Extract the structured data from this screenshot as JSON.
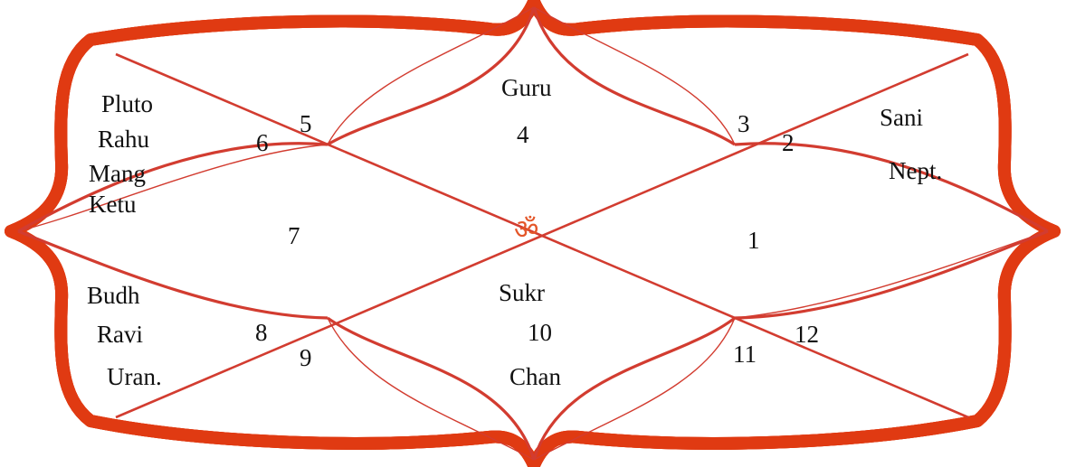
{
  "colors": {
    "frame_outer": "#e03a12",
    "frame_inner": "#f39a1e",
    "frame_highlight": "#ffe37a",
    "lines": "#d23c30",
    "text": "#111111",
    "om": "#e4572a"
  },
  "center_symbol": "ॐ",
  "house_numbers": {
    "h1": "1",
    "h2": "2",
    "h3": "3",
    "h4": "4",
    "h5": "5",
    "h6": "6",
    "h7": "7",
    "h8": "8",
    "h9": "9",
    "h10": "10",
    "h11": "11",
    "h12": "12"
  },
  "planets": {
    "house4": [
      "Guru"
    ],
    "house2": [
      "Sani",
      "Nept."
    ],
    "house6": [
      "Pluto",
      "Rahu",
      "Mang",
      "Ketu"
    ],
    "house8": [
      "Budh",
      "Ravi",
      "Uran."
    ],
    "house10": [
      "Sukr",
      "Chan"
    ]
  }
}
